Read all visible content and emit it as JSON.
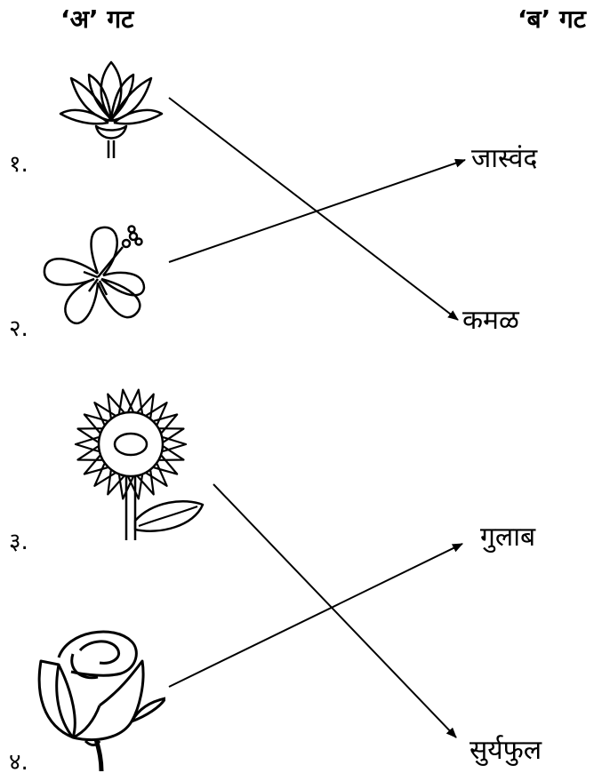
{
  "headers": {
    "column_a": "‘अ’ गट",
    "column_b": "‘ब’ गट"
  },
  "column_a": [
    {
      "number": "१.",
      "flower": "lotus-icon"
    },
    {
      "number": "२.",
      "flower": "hibiscus-icon"
    },
    {
      "number": "३.",
      "flower": "sunflower-icon"
    },
    {
      "number": "४.",
      "flower": "rose-icon"
    }
  ],
  "column_b": [
    "जास्वंद",
    "कमळ",
    "गुलाब",
    "सुर्यफुल"
  ],
  "matches": [
    {
      "from": "१.",
      "to": "कमळ"
    },
    {
      "from": "२.",
      "to": "जास्वंद"
    },
    {
      "from": "३.",
      "to": "सुर्यफुल"
    },
    {
      "from": "४.",
      "to": "गुलाब"
    }
  ]
}
